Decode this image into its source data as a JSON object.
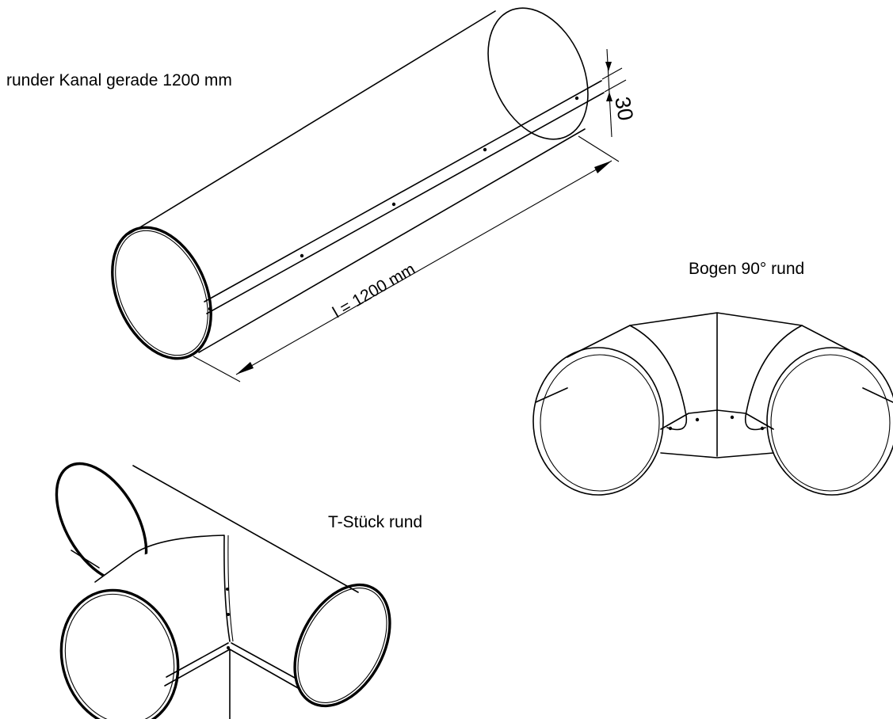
{
  "labels": {
    "straight_duct": "runder Kanal gerade 1200 mm",
    "elbow": "Bogen 90°  rund",
    "tee": "T-Stück rund"
  },
  "dimensions": {
    "length": "l = 1200 mm",
    "seam_width": "30"
  }
}
